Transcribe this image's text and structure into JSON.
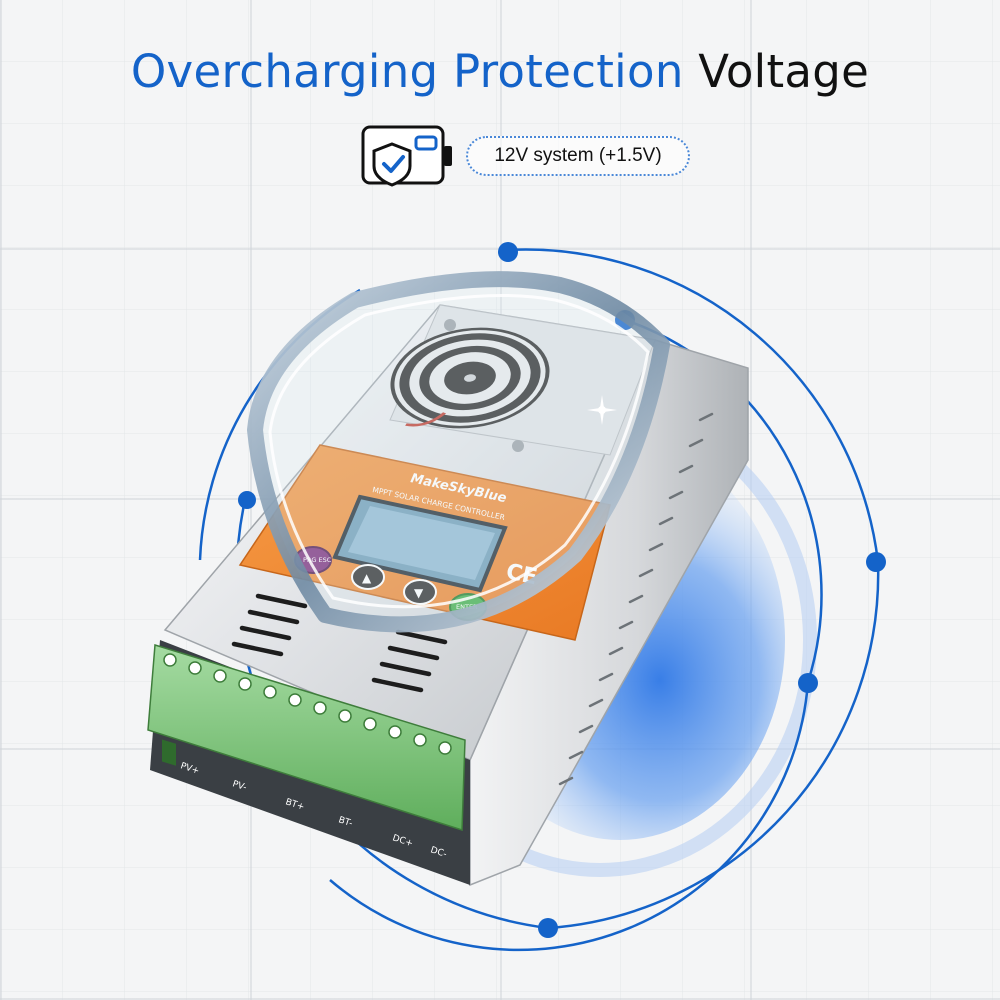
{
  "headline": {
    "blue_text": "Overcharging Protection",
    "dark_text": "Voltage"
  },
  "badge": {
    "icon": "battery-shield-check-icon",
    "text": "12V system (+1.5V)"
  },
  "device": {
    "brand": "MakeSkyBlue",
    "subtitle": "MPPT SOLAR CHARGE CONTROLLER",
    "mark": "CE",
    "buttons": {
      "prg_esc": "PRG ESC",
      "up": "▲",
      "down": "▼",
      "enter": "ENTER"
    },
    "terminals": [
      "PV+",
      "PV-",
      "BT+",
      "BT-",
      "DC+",
      "DC-"
    ]
  },
  "colors": {
    "accent_blue": "#1463c9",
    "orange_panel": "#f28a32",
    "terminal_green": "#7fc77c"
  }
}
